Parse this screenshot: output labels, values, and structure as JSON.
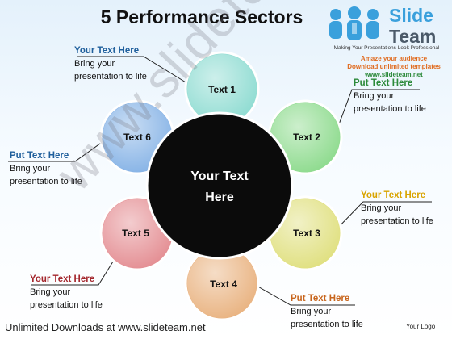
{
  "title": "5 Performance Sectors",
  "logo": {
    "brand_top": "Slide",
    "brand_bottom": "Team",
    "tagline": "Making Your Presentations Look Professional",
    "promo_1": "Amaze your audience",
    "promo_2": "Download unlimited templates",
    "promo_3": "www.slideteam.net"
  },
  "center": {
    "label_line1": "Your Text",
    "label_line2": "Here"
  },
  "sectors": [
    {
      "label": "Text 1",
      "color": "#8fdcd2"
    },
    {
      "label": "Text 2",
      "color": "#8edb8e"
    },
    {
      "label": "Text 3",
      "color": "#e0e080"
    },
    {
      "label": "Text 4",
      "color": "#e9b381"
    },
    {
      "label": "Text 5",
      "color": "#e48e93"
    },
    {
      "label": "Text 6",
      "color": "#86b3e6"
    }
  ],
  "callouts": [
    {
      "head": "Your Text Here",
      "body_line1": "Bring your",
      "body_line2": "presentation to life",
      "head_color": "#1f5f9c"
    },
    {
      "head": "Put Text Here",
      "body_line1": "Bring your",
      "body_line2": "presentation to life",
      "head_color": "#2c8a3a"
    },
    {
      "head": "Your Text Here",
      "body_line1": "Bring your",
      "body_line2": "presentation to life",
      "head_color": "#d9a400"
    },
    {
      "head": "Put Text Here",
      "body_line1": "Bring your",
      "body_line2": "presentation to life",
      "head_color": "#c8661e"
    },
    {
      "head": "Your Text Here",
      "body_line1": "Bring your",
      "body_line2": "presentation to life",
      "head_color": "#a3262c"
    },
    {
      "head": "Put Text Here",
      "body_line1": "Bring your",
      "body_line2": "presentation to life",
      "head_color": "#1f5f9c"
    }
  ],
  "watermark": "www.slideteam.net",
  "footer": "Unlimited Downloads at www.slideteam.net",
  "your_logo": "Your Logo"
}
